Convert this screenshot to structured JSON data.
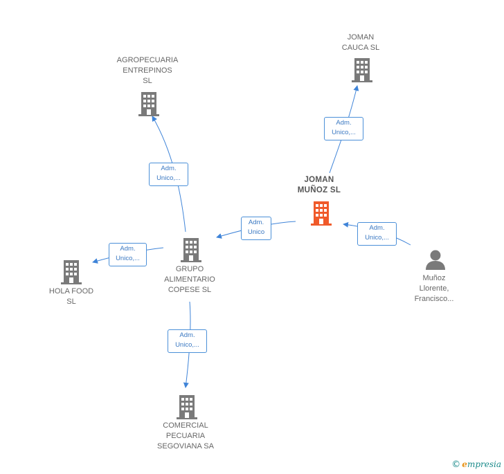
{
  "colors": {
    "edge": "#3f84d8",
    "company": "#7a7a7a",
    "focus": "#f05a2a",
    "person": "#7a7a7a"
  },
  "nodes": {
    "agropecuaria": {
      "label": "AGROPECUARIA\nENTREPINOS\nSL",
      "icon": "building-icon"
    },
    "joman_cauca": {
      "label": "JOMAN\nCAUCA  SL",
      "icon": "building-icon"
    },
    "joman_munoz": {
      "label": "JOMAN\nMUÑOZ  SL",
      "icon": "building-icon"
    },
    "grupo": {
      "label": "GRUPO\nALIMENTARIO\nCOPESE  SL",
      "icon": "building-icon"
    },
    "hola_food": {
      "label": "HOLA FOOD\nSL",
      "icon": "building-icon"
    },
    "comercial": {
      "label": "COMERCIAL\nPECUARIA\nSEGOVIANA SA",
      "icon": "building-icon"
    },
    "person": {
      "label": "Muñoz\nLlorente,\nFrancisco...",
      "icon": "person-icon"
    }
  },
  "edges": {
    "grupo_agro": "Adm.\nUnico,...",
    "munoz_cauca": "Adm.\nUnico,...",
    "munoz_grupo": "Adm.\nUnico",
    "person_munoz": "Adm.\nUnico,...",
    "grupo_hola": "Adm.\nUnico,...",
    "grupo_comercial": "Adm.\nUnico,..."
  },
  "brand": {
    "copyright": "©",
    "name": "mpresia",
    "initial": "e"
  }
}
